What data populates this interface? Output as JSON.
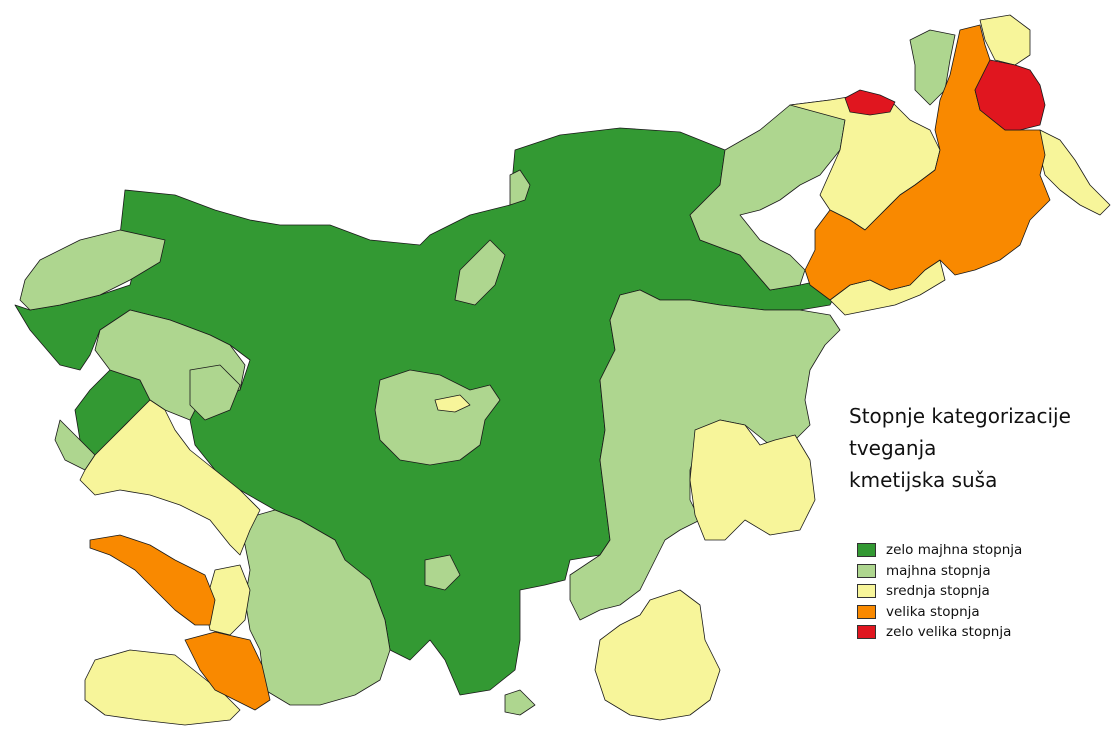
{
  "legend": {
    "title_lines": [
      "Stopnje kategorizacije",
      "tveganja",
      "kmetijska suša"
    ],
    "items": [
      {
        "label": "zelo majhna stopnja",
        "color": "#339933"
      },
      {
        "label": "majhna stopnja",
        "color": "#aed68f"
      },
      {
        "label": "srednja stopnja",
        "color": "#f7f59a"
      },
      {
        "label": "velika stopnja",
        "color": "#f98900"
      },
      {
        "label": "zelo velika stopnja",
        "color": "#e0161f"
      }
    ]
  },
  "colors": {
    "background": "#ffffff",
    "border": "#1a1a1a"
  }
}
